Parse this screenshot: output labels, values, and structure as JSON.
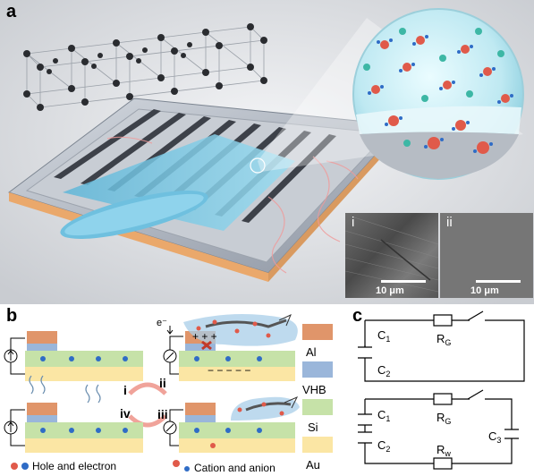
{
  "panels": {
    "a": {
      "label": "a"
    },
    "b": {
      "label": "b"
    },
    "c": {
      "label": "c"
    }
  },
  "sem_insets": [
    {
      "index": "i",
      "scale": "10 μm"
    },
    {
      "index": "ii",
      "scale": "10 μm"
    }
  ],
  "panel_b": {
    "steps": [
      "i",
      "ii",
      "iii",
      "iv"
    ],
    "electron_label": "e⁻",
    "legend": [
      "Al",
      "VHB",
      "Si",
      "Au"
    ],
    "legend_colors": [
      "#e0956a",
      "#9ab6da",
      "#c6e2a8",
      "#fbe6a4"
    ],
    "captions": {
      "hole_electron": "Hole and electron",
      "cation_anion": "Cation and anion"
    }
  },
  "panel_c": {
    "top_circuit": {
      "c1": "C",
      "c1_sub": "1",
      "c2": "C",
      "c2_sub": "2",
      "rg": "R",
      "rg_sub": "G"
    },
    "bottom_circuit": {
      "c1": "C",
      "c1_sub": "1",
      "c2": "C",
      "c2_sub": "2",
      "rg": "R",
      "rg_sub": "G",
      "rw": "R",
      "rw_sub": "w",
      "c3": "C",
      "c3_sub": "3"
    }
  }
}
